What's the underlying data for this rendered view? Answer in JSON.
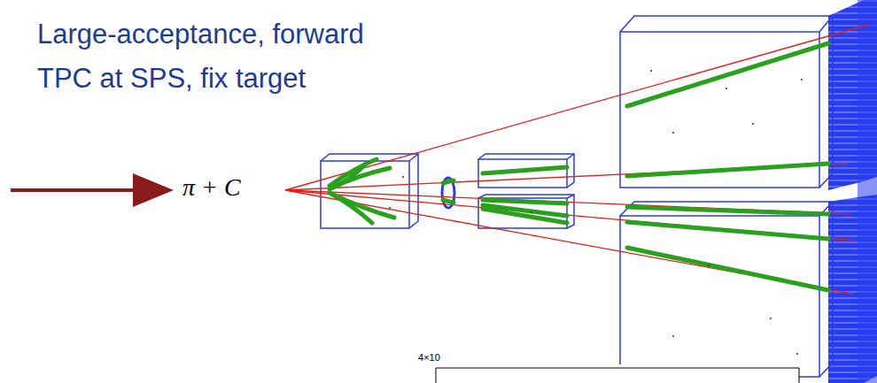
{
  "diagram": {
    "title": "Large-acceptance, forward TPC at SPS, fix target",
    "labels": [
      "π + C",
      "4×10"
    ]
  }
}
